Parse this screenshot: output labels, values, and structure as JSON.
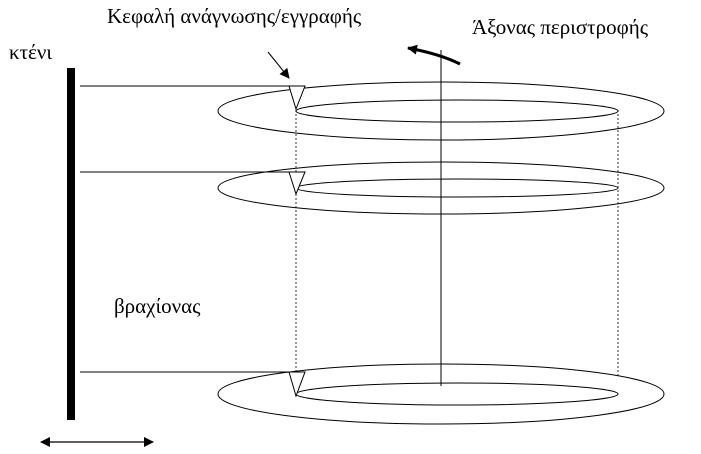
{
  "labels": {
    "head": "Κεφαλή ανάγνωσης/εγγραφής",
    "axis": "Άξονας περιστροφής",
    "comb": "κτένι",
    "arm": "βραχίονας"
  },
  "colors": {
    "ink": "#000000",
    "background": "#ffffff"
  }
}
